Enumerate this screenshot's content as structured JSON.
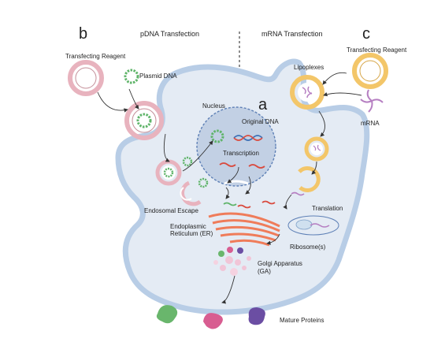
{
  "panels": {
    "b": {
      "letter": "b",
      "title": "pDNA Transfection"
    },
    "c": {
      "letter": "c",
      "title": "mRNA Transfection"
    },
    "a": {
      "letter": "a"
    }
  },
  "labels": {
    "transfecting_reagent_left": "Transfecting Reagent",
    "plasmid_dna": "Plasmid DNA",
    "nucleus": "Nucleus",
    "original_dna": "Original DNA",
    "transcription": "Transcription",
    "endosomal_escape": "Endosomal Escape",
    "er_line1": "Endoplasmic",
    "er_line2": "Reticulum (ER)",
    "lipoplexes": "Lipoplexes",
    "transfecting_reagent_right": "Transfecting Reagent",
    "mrna": "mRNA",
    "translation": "Translation",
    "ribosomes": "Ribosome(s)",
    "golgi_line1": "Golgi Apparatus",
    "golgi_line2": "(GA)",
    "mature_proteins": "Mature Proteins"
  },
  "colors": {
    "cell_fill": "#e4ebf4",
    "cell_border": "#b8cde6",
    "nucleus_fill": "#c2d0e4",
    "nucleus_border": "#5e80b6",
    "reagent_pink": "#e8b3be",
    "lipoplex_gold": "#f3c669",
    "dna_green": "#5fb469",
    "rna_red": "#d94a3e",
    "er_orange": "#ef7c5a",
    "mrna_purple": "#b67fc2",
    "protein_green": "#69b66c",
    "protein_pink": "#d85d91",
    "protein_purple": "#6b4ea3",
    "translation_fill": "#cfe0ef"
  }
}
